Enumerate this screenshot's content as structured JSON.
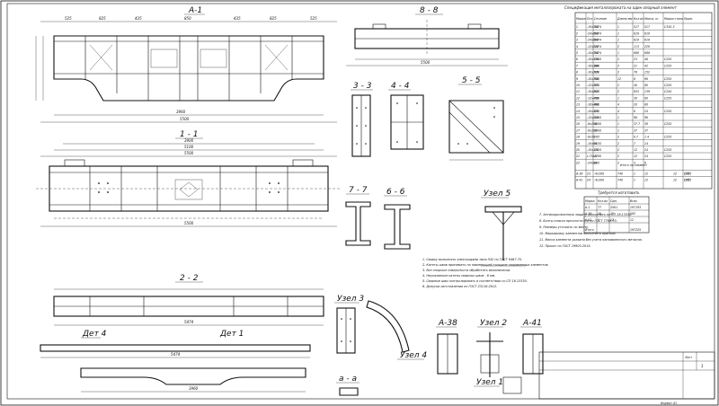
{
  "sections": {
    "a1": "А-1",
    "s11": "1 - 1",
    "s22": "2 - 2",
    "s88": "8 - 8",
    "s33": "3 - 3",
    "s44": "4 - 4",
    "s55": "5 - 5",
    "s77": "7 - 7",
    "s66": "6 - 6",
    "uzel5": "Узел 5",
    "uzel3": "Узел 3",
    "uzel4": "Узел 4",
    "uzel2": "Узел 2",
    "uzel1": "Узел 1",
    "a38": "А-38",
    "a41": "А-41",
    "aa": "а - а",
    "det4": "Дет 4",
    "det1": "Дет 1"
  },
  "dims": {
    "a1_top": [
      "525",
      "825",
      "435",
      "850",
      "435",
      "825",
      "525"
    ],
    "a1_total": "5500",
    "a1_inner": "3960",
    "s11_top": [
      "3900",
      "5100",
      "5500"
    ],
    "s88_total": "5500",
    "s22_total": "5474",
    "det4_len": "5474",
    "det1_len": "3960"
  },
  "spec": {
    "title": "Спецификация металлопроката на один опорный элемент",
    "headers": [
      "Марка",
      "Поз.",
      "Сечение",
      "Длина мм",
      "Кол-во",
      "Масса, кг",
      "Марка стали",
      "Прим."
    ],
    "rows": [
      [
        "1",
        "-10х750",
        "5474",
        "1",
        "517",
        "517",
        "С345-3",
        ""
      ],
      [
        "2",
        "-24х600",
        "5474",
        "1",
        "619",
        "619",
        "",
        ""
      ],
      [
        "3",
        "-24х600",
        "5474",
        "1",
        "619",
        "619",
        "",
        ""
      ],
      [
        "4",
        "-12х220",
        "5474",
        "2",
        "113",
        "226",
        "",
        ""
      ],
      [
        "5",
        "-10х750",
        "5474",
        "1",
        "688",
        "688",
        "",
        ""
      ],
      [
        "6",
        "-10х330",
        "1100",
        "2",
        "23",
        "46",
        "С255",
        ""
      ],
      [
        "7",
        "-16х190",
        "880",
        "2",
        "21",
        "42",
        "С255",
        ""
      ],
      [
        "8",
        "-10х750",
        "970",
        "2",
        "76",
        "152",
        "",
        ""
      ],
      [
        "9",
        "-10х750",
        "650",
        "12",
        "8",
        "96",
        "С255",
        ""
      ],
      [
        "10",
        "-12х750",
        "675",
        "2",
        "40",
        "80",
        "С255",
        ""
      ],
      [
        "11",
        "-10х200",
        "923",
        "2",
        "653",
        "139",
        "С245",
        ""
      ],
      [
        "12",
        "-12х400",
        "790",
        "1",
        "30",
        "60",
        "С255",
        ""
      ],
      [
        "13",
        "-16х400",
        "400",
        "4",
        "20",
        "80",
        "",
        ""
      ],
      [
        "14",
        "-10х120",
        "635",
        "4",
        "6",
        "24",
        "С255",
        ""
      ],
      [
        "15",
        "-12х200",
        "5100",
        "1",
        "96",
        "96",
        "",
        ""
      ],
      [
        "16",
        "-6х200",
        "4000",
        "1",
        "37.7",
        "38",
        "С255",
        ""
      ],
      [
        "17",
        "-6х200",
        "3900",
        "1",
        "37",
        "37",
        "",
        ""
      ],
      [
        "18",
        "-6х50",
        "285",
        "2",
        "0.7",
        "1.4",
        "С255",
        ""
      ],
      [
        "19",
        "-10х90",
        "1035",
        "2",
        "7",
        "14",
        "",
        ""
      ],
      [
        "20",
        "-10х120",
        "1310",
        "2",
        "12",
        "24",
        "С255",
        ""
      ],
      [
        "21",
        "L-75х8",
        "1290",
        "2",
        "12",
        "24",
        "С255",
        ""
      ],
      [
        "22",
        "-24х90",
        "200",
        "2",
        "3",
        "6",
        "",
        ""
      ]
    ],
    "summary": "Итого на элемент",
    "extra_rows": [
      [
        "А-38",
        "23",
        "-4х300",
        "740",
        "1",
        "12",
        "12",
        "С235",
        "Отб"
      ],
      [
        "А-41",
        "24",
        "-4х300",
        "740",
        "1",
        "12",
        "12",
        "С235",
        "Отб"
      ]
    ]
  },
  "elements": {
    "title": "Требуется изготовить",
    "headers": [
      "Марка",
      "Кол-во",
      "Масса, кг",
      "Одн.",
      "Всех"
    ],
    "rows": [
      [
        "А-1",
        "77",
        "2561",
        "197193"
      ],
      [
        "А-38",
        "16",
        "12",
        "192"
      ],
      [
        "А-41",
        "1",
        "12",
        "12"
      ]
    ],
    "total_label": "Итого",
    "total": "197225"
  },
  "notes": [
    "1. Сварку выполнять электродами типа Э42 по ГОСТ 9467-75.",
    "2. Катеты швов принимать по наименьшей толщине свариваемых элементов.",
    "3. Все опорные поверхности обработать механически.",
    "4. Неуказанные катеты сварных швов - 6 мм.",
    "5. Сварные швы контролировать в соответствии со СП 16.13330.",
    "6. Допуски изготовления по ГОСТ 23118-2012.",
    "7. Антикоррозионную защиту выполнить по СП 28.13330.",
    "8. Болты класса прочности 8.8 по ГОСТ 7798-70.",
    "9. Размеры уточнить по месту.",
    "10. Маркировку элементов выполнить краской.",
    "11. Масса элемента указана без учета наплавленного металла.",
    "12. Прокат по ГОСТ 19903-2015."
  ],
  "stamp": {
    "sheet": "Лист",
    "num": "1",
    "format": "Формат А1"
  }
}
